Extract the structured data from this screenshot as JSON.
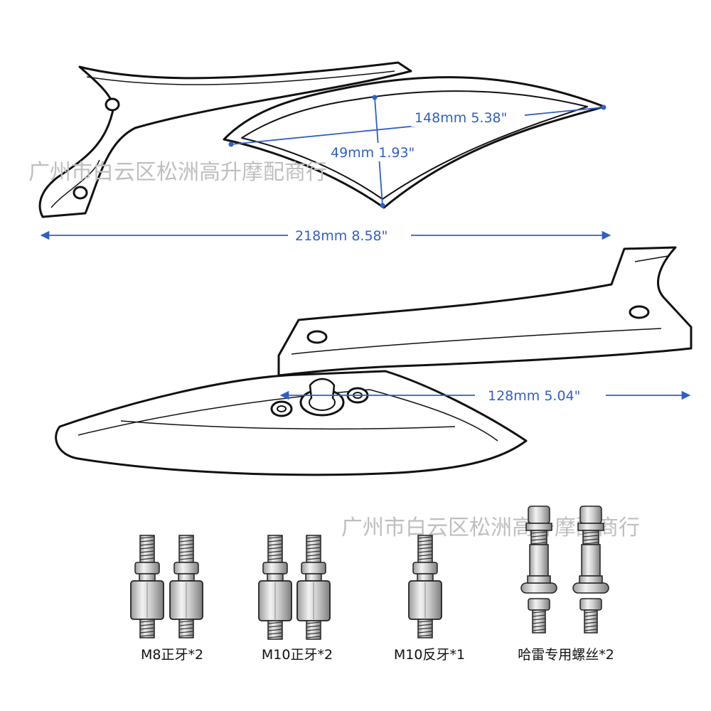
{
  "dimensions": {
    "mirror_width": "148mm  5.38\"",
    "mirror_height": "49mm  1.93\"",
    "overall_length": "218mm  8.58\"",
    "mirror_length": "128mm  5.04\""
  },
  "watermark": "广州市白云区松洲高升摩配商行",
  "accessories": [
    {
      "label": "M8正牙*2"
    },
    {
      "label": "M10正牙*2"
    },
    {
      "label": "M10反牙*1"
    },
    {
      "label": "哈雷专用螺丝*2"
    }
  ],
  "colors": {
    "dimension": "#2f5fc9",
    "outline": "#111111",
    "watermark": "#bfbfbf"
  }
}
